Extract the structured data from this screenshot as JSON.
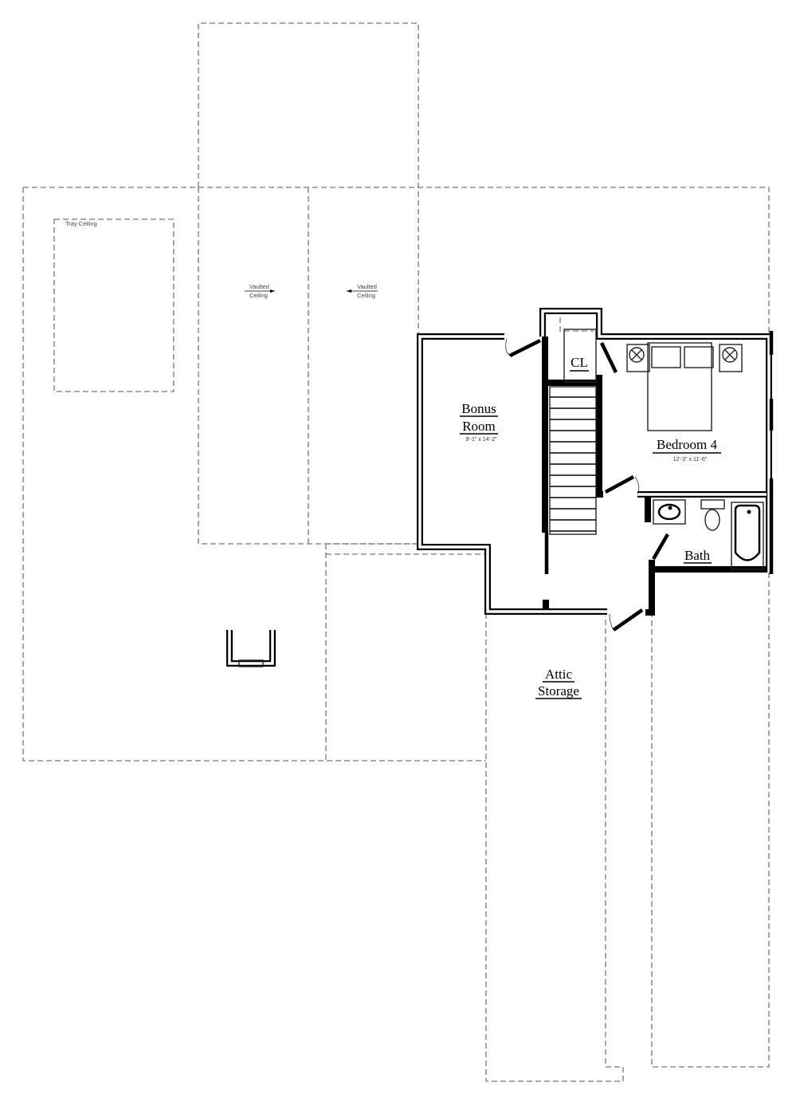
{
  "rooms": {
    "bonus": {
      "line1": "Bonus",
      "line2": "Room",
      "dims": "9'-1\" x 14'-2\""
    },
    "bedroom4": {
      "name": "Bedroom 4",
      "dims": "12'-3\" x 11'-6\""
    },
    "closet": {
      "name": "CL"
    },
    "bath": {
      "name": "Bath"
    },
    "attic": {
      "line1": "Attic",
      "line2": "Storage"
    }
  },
  "notes": {
    "tray": "Tray Ceiling",
    "vaulted_left": {
      "line1": "Vaulted",
      "line2": "Ceiling"
    },
    "vaulted_right": {
      "line1": "Vaulted",
      "line2": "Ceiling"
    }
  },
  "colors": {
    "wall": "#000000",
    "dashed_outline": "#777777"
  }
}
